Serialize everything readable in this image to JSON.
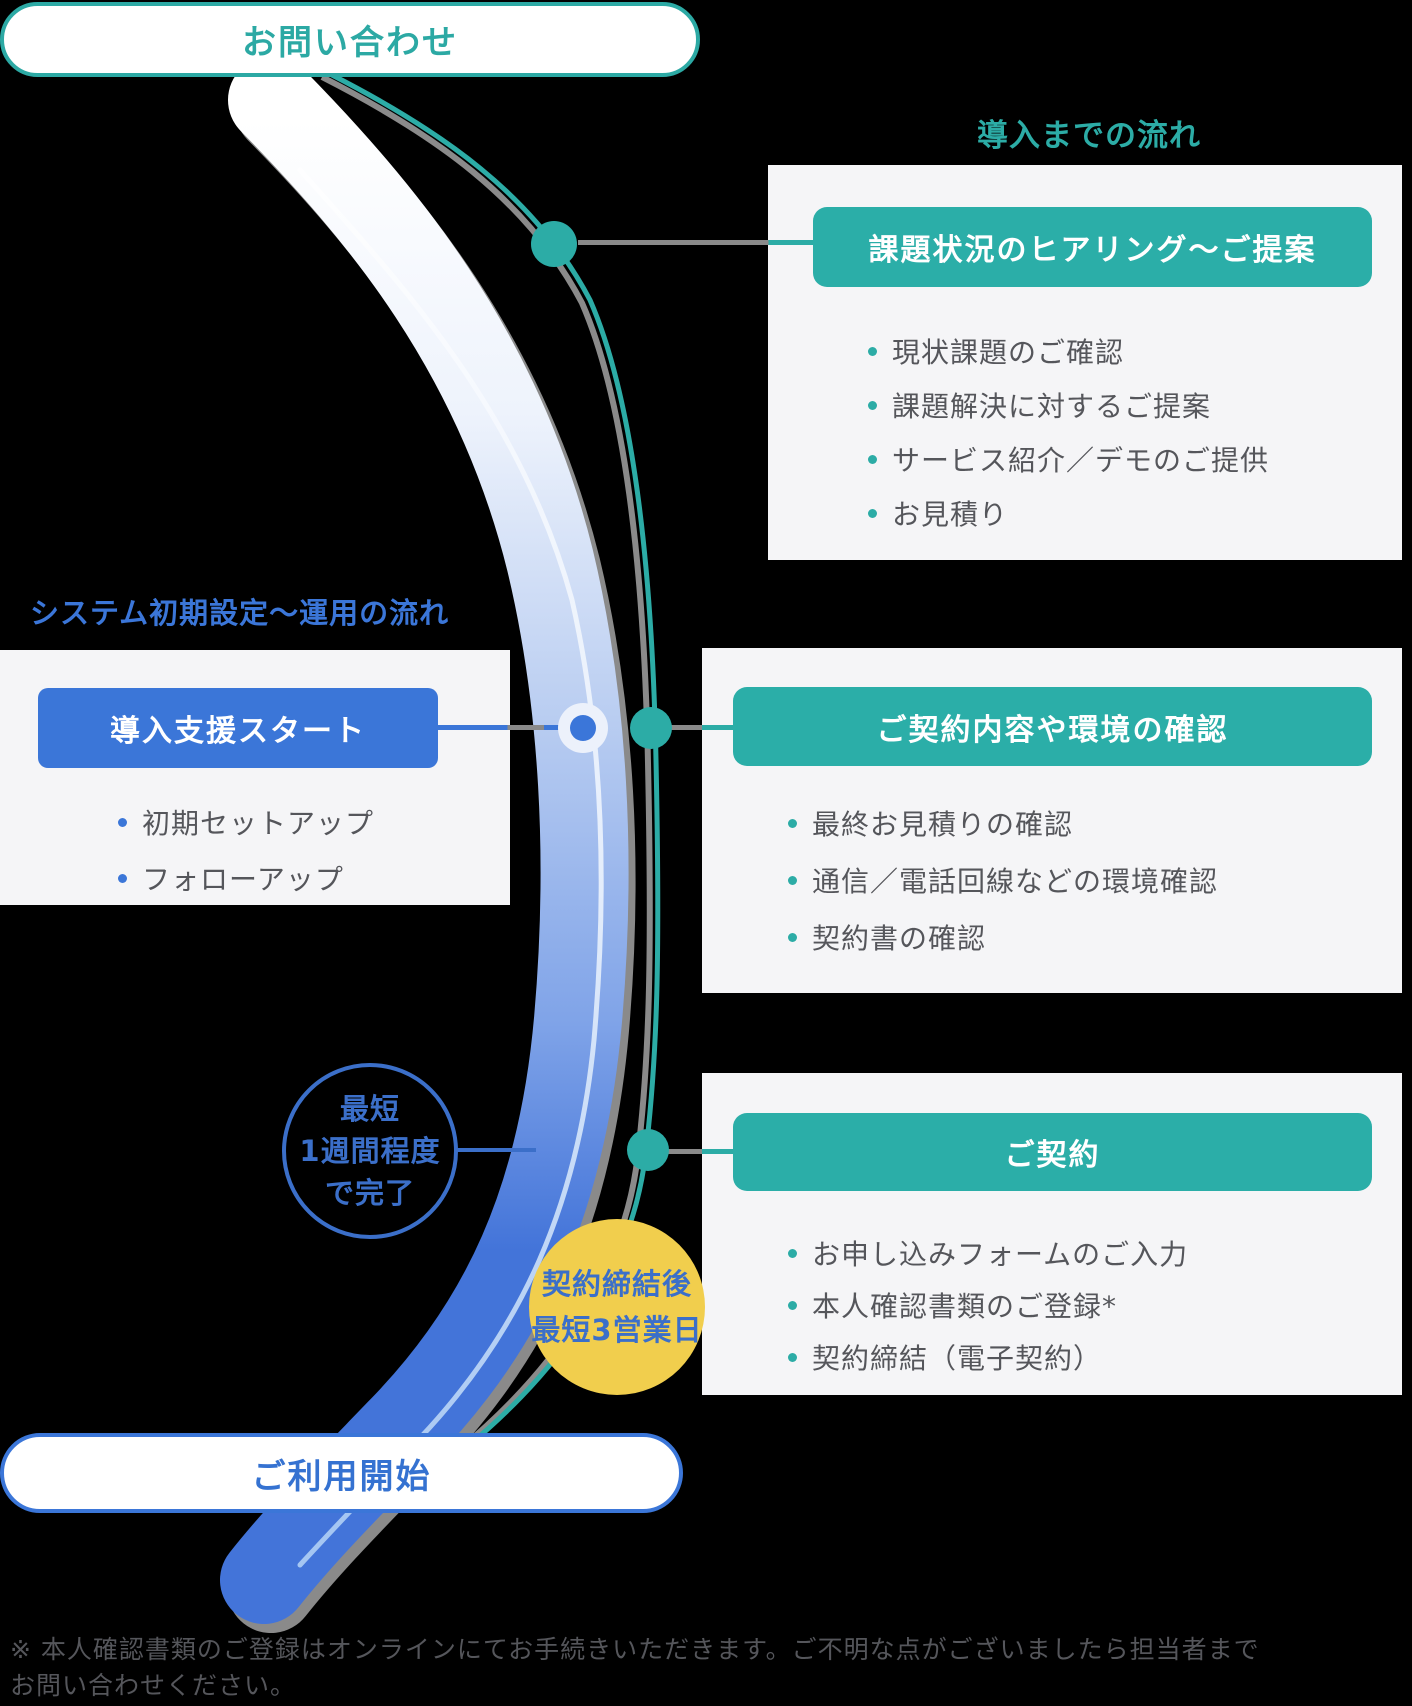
{
  "colors": {
    "teal": "#2CACA6",
    "teal_header": "#2BAEA8",
    "blue": "#3B76D8",
    "blue_text": "#3B6FC9",
    "yellow": "#F1CE4D",
    "card_bg": "#F5F5F7",
    "body_text": "#55565B",
    "connector_gray": "#8A8A8A",
    "background": "#000000"
  },
  "top_pill": {
    "label": "お問い合わせ"
  },
  "bottom_pill": {
    "label": "ご利用開始"
  },
  "right_flow": {
    "heading": "導入までの流れ",
    "cards": [
      {
        "title": "課題状況のヒアリング〜ご提案",
        "items": [
          "現状課題のご確認",
          "課題解決に対するご提案",
          "サービス紹介／デモのご提供",
          "お見積り"
        ]
      },
      {
        "title": "ご契約内容や環境の確認",
        "items": [
          "最終お見積りの確認",
          "通信／電話回線などの環境確認",
          "契約書の確認"
        ]
      },
      {
        "title": "ご契約",
        "items": [
          "お申し込みフォームのご入力",
          "本人確認書類のご登録*",
          "契約締結（電子契約）"
        ]
      }
    ]
  },
  "left_flow": {
    "heading": "システム初期設定〜運用の流れ",
    "card": {
      "title": "導入支援スタート",
      "items": [
        "初期セットアップ",
        "フォローアップ"
      ]
    }
  },
  "badges": {
    "duration_circle": {
      "line1": "最短",
      "line2": "1週間程度",
      "line3": "で完了"
    },
    "contract_circle": {
      "line1": "契約締結後",
      "line2": "最短3営業日"
    }
  },
  "footnote": {
    "line1": "※ 本人確認書類のご登録はオンラインにてお手続きいただきます。ご不明な点がございましたら担当者まで",
    "line2": "お問い合わせください。"
  }
}
